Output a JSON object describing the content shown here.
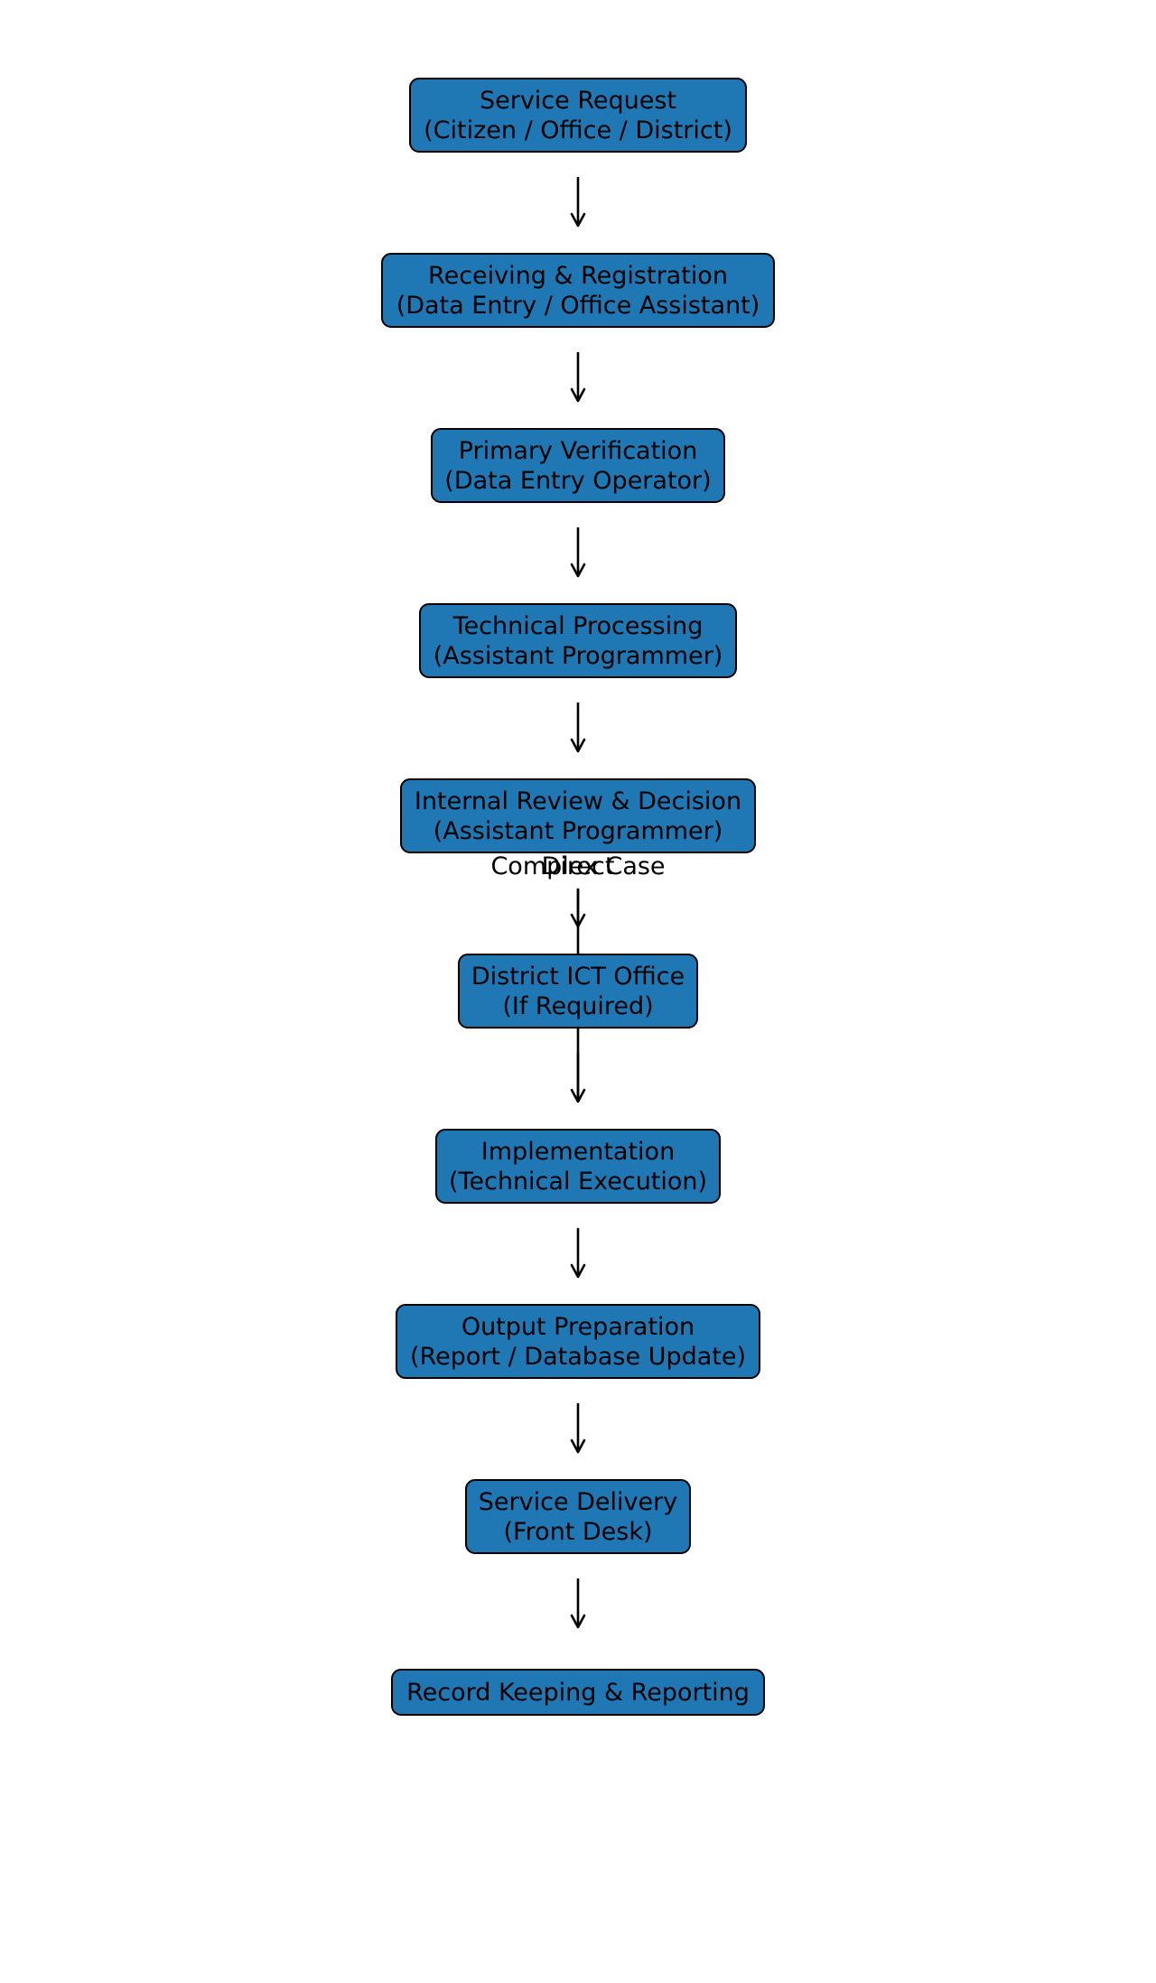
{
  "colors": {
    "node_fill": "#1f77b4",
    "node_border": "#000000",
    "text": "#000000",
    "arrow": "#000000",
    "background": "#ffffff"
  },
  "nodes": [
    {
      "line1": "Service Request",
      "line2": "(Citizen / Office / District)"
    },
    {
      "line1": "Receiving & Registration",
      "line2": "(Data Entry / Office Assistant)"
    },
    {
      "line1": "Primary Verification",
      "line2": "(Data Entry Operator)"
    },
    {
      "line1": "Technical Processing",
      "line2": "(Assistant Programmer)"
    },
    {
      "line1": "Internal Review & Decision",
      "line2": "(Assistant Programmer)"
    },
    {
      "line1": "District ICT Office",
      "line2": "(If Required)"
    },
    {
      "line1": "Implementation",
      "line2": "(Technical Execution)"
    },
    {
      "line1": "Output Preparation",
      "line2": "(Report / Database Update)"
    },
    {
      "line1": "Service Delivery",
      "line2": "(Front Desk)"
    },
    {
      "line1": "Record Keeping & Reporting",
      "line2": ""
    }
  ],
  "edge_labels": {
    "complex": "Complex Case",
    "direct": "Direct"
  }
}
